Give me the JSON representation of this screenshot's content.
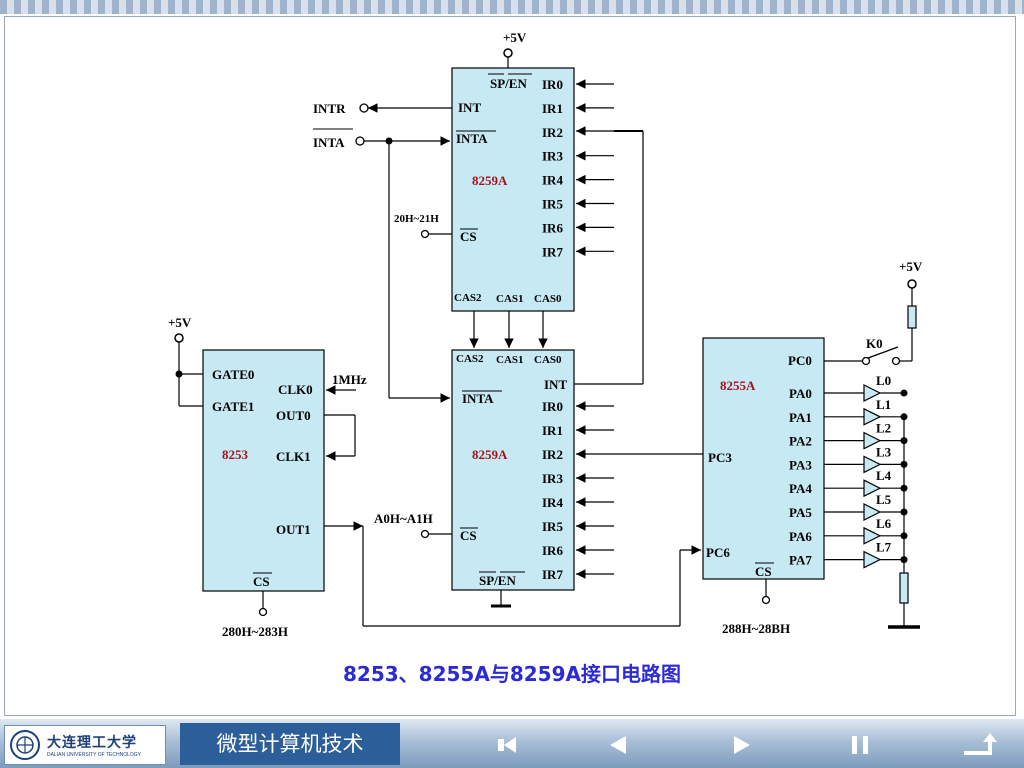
{
  "caption": "8253、8255A与8259A接口电路图",
  "chips": {
    "master_8259": {
      "name": "8259A",
      "sp_en": "SP/EN",
      "int": "INT",
      "inta": "INTA",
      "cs": "CS",
      "address": "20H~21H",
      "ir": [
        "IR0",
        "IR1",
        "IR2",
        "IR3",
        "IR4",
        "IR5",
        "IR6",
        "IR7"
      ],
      "cas": [
        "CAS2",
        "CAS1",
        "CAS0"
      ]
    },
    "slave_8259": {
      "name": "8259A",
      "int": "INT",
      "inta": "INTA",
      "cs": "CS",
      "sp_en": "SP/EN",
      "address": "A0H~A1H",
      "ir": [
        "IR0",
        "IR1",
        "IR2",
        "IR3",
        "IR4",
        "IR5",
        "IR6",
        "IR7"
      ],
      "cas": [
        "CAS2",
        "CAS1",
        "CAS0"
      ]
    },
    "timer_8253": {
      "name": "8253",
      "gate0": "GATE0",
      "gate1": "GATE1",
      "clk0": "CLK0",
      "out0": "OUT0",
      "clk1": "CLK1",
      "out1": "OUT1",
      "cs": "CS",
      "address": "280H~283H",
      "clock": "1MHz"
    },
    "ppi_8255": {
      "name": "8255A",
      "pc0": "PC0",
      "pc3": "PC3",
      "pc6": "PC6",
      "cs": "CS",
      "address": "288H~28BH",
      "pa": [
        "PA0",
        "PA1",
        "PA2",
        "PA3",
        "PA4",
        "PA5",
        "PA6",
        "PA7"
      ]
    }
  },
  "signals": {
    "intr": "INTR",
    "inta": "INTA",
    "vcc": "+5V",
    "switch": "K0",
    "leds": [
      "L0",
      "L1",
      "L2",
      "L3",
      "L4",
      "L5",
      "L6",
      "L7"
    ]
  },
  "footer": {
    "logo_cn": "大连理工大学",
    "logo_en": "DALIAN UNIVERSITY OF TECHNOLOGY",
    "course": "微型计算机技术",
    "icons": [
      "university-logo-icon",
      "prev-page-icon",
      "back-icon",
      "forward-icon",
      "pause-icon",
      "exit-icon"
    ]
  },
  "colors": {
    "chip_fill": "#c7e9f4",
    "chip_name": "#a3141a",
    "caption": "#2b2bd6",
    "course_bg": "#2c5f9a"
  }
}
